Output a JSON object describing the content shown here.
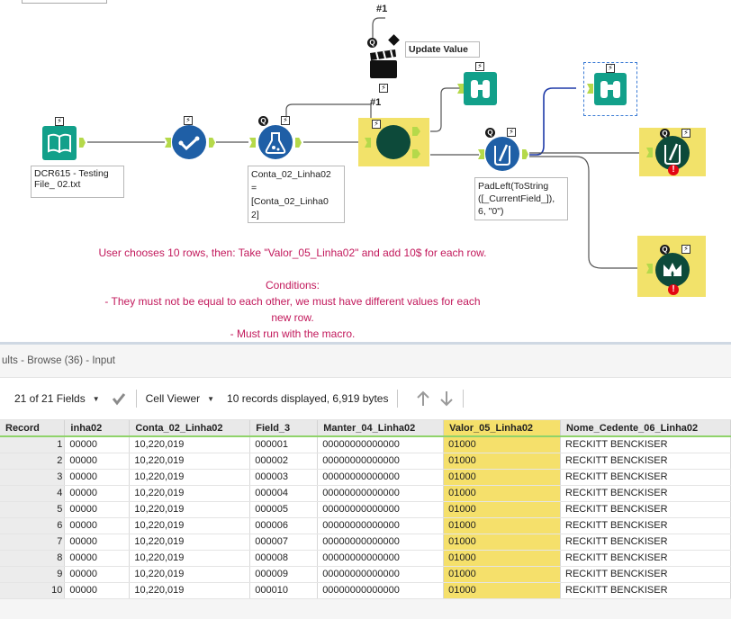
{
  "canvas": {
    "tool_labels": {
      "input_file": "DCR615 - Testing\nFile_ 02.txt",
      "formula": "Conta_02_Linha02\n=\n[Conta_02_Linha0\n2]",
      "multi_field": "PadLeft(ToString\n([_CurrentField_]),\n6, \"0\")",
      "update_value": "Update Value"
    },
    "macro_tags": {
      "top": "#1",
      "bottom": "#1"
    },
    "annotation_lines": [
      "User chooses 10 rows, then: Take \"Valor_05_Linha02\" and add 10$ for each row.",
      "",
      "Conditions:",
      "- They must not be equal to each other, we must have different values for each",
      "new row.",
      "- Must run with the macro."
    ],
    "colors": {
      "teal": "#12a08a",
      "blue": "#1f5fa6",
      "dark_green": "#0d4a3a",
      "selection": "#f2e26a",
      "annotation": "#c2185b"
    }
  },
  "results": {
    "title": "ults - Browse (36) - Input",
    "toolbar": {
      "fields_label": "21 of 21 Fields",
      "viewer_label": "Cell Viewer",
      "status": "10 records displayed, 6,919 bytes"
    },
    "columns": [
      "Record",
      "inha02",
      "Conta_02_Linha02",
      "Field_3",
      "Manter_04_Linha02",
      "Valor_05_Linha02",
      "Nome_Cedente_06_Linha02"
    ],
    "rows": [
      [
        "1",
        "00000",
        "10,220,019",
        "000001",
        "00000000000000",
        "01000",
        "RECKITT BENCKISER"
      ],
      [
        "2",
        "00000",
        "10,220,019",
        "000002",
        "00000000000000",
        "01000",
        "RECKITT BENCKISER"
      ],
      [
        "3",
        "00000",
        "10,220,019",
        "000003",
        "00000000000000",
        "01000",
        "RECKITT BENCKISER"
      ],
      [
        "4",
        "00000",
        "10,220,019",
        "000004",
        "00000000000000",
        "01000",
        "RECKITT BENCKISER"
      ],
      [
        "5",
        "00000",
        "10,220,019",
        "000005",
        "00000000000000",
        "01000",
        "RECKITT BENCKISER"
      ],
      [
        "6",
        "00000",
        "10,220,019",
        "000006",
        "00000000000000",
        "01000",
        "RECKITT BENCKISER"
      ],
      [
        "7",
        "00000",
        "10,220,019",
        "000007",
        "00000000000000",
        "01000",
        "RECKITT BENCKISER"
      ],
      [
        "8",
        "00000",
        "10,220,019",
        "000008",
        "00000000000000",
        "01000",
        "RECKITT BENCKISER"
      ],
      [
        "9",
        "00000",
        "10,220,019",
        "000009",
        "00000000000000",
        "01000",
        "RECKITT BENCKISER"
      ],
      [
        "10",
        "00000",
        "10,220,019",
        "000010",
        "00000000000000",
        "01000",
        "RECKITT BENCKISER"
      ]
    ],
    "highlighted_column": "Valor_05_Linha02"
  }
}
